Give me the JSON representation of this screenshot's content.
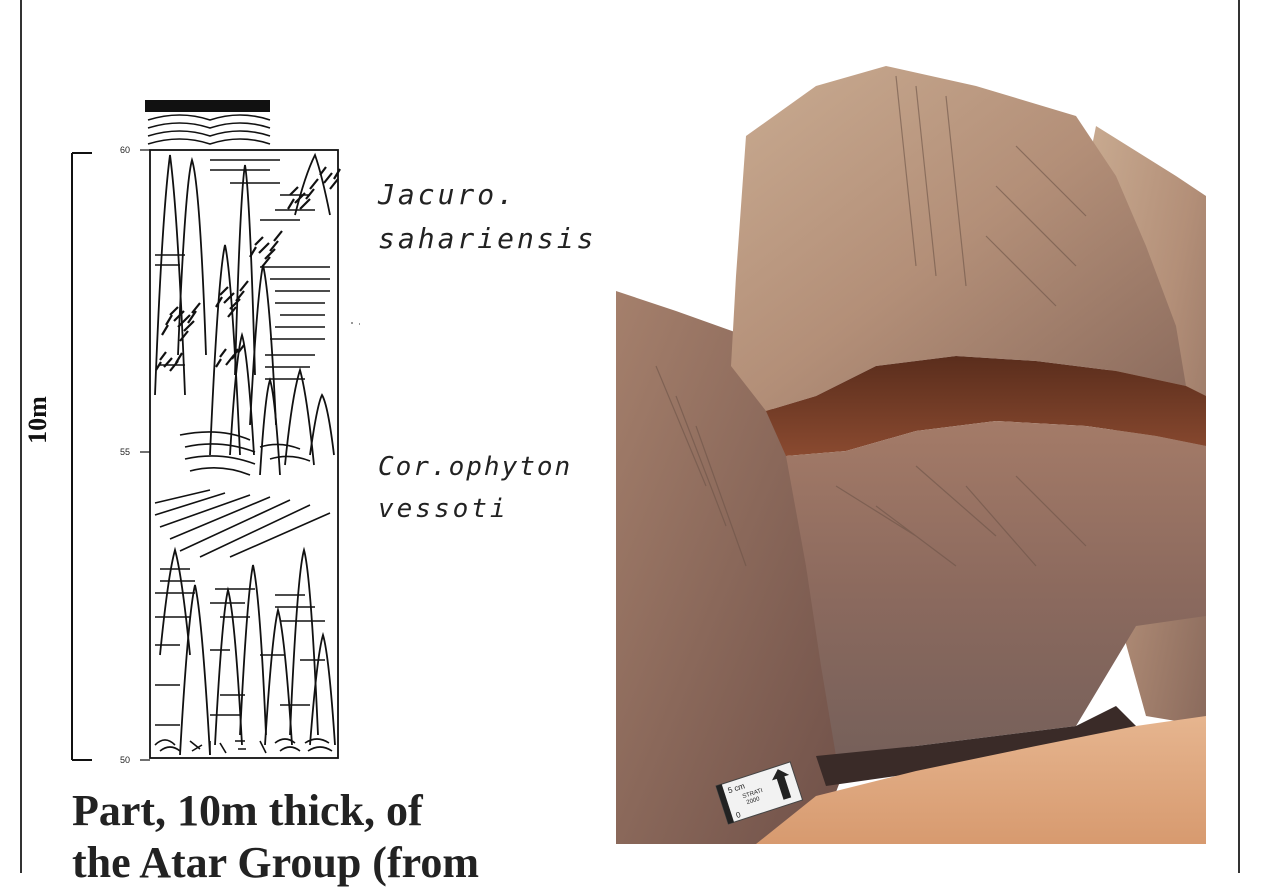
{
  "log": {
    "scale_label": "10m",
    "depth_ticks": [
      "60",
      "55",
      "50"
    ],
    "annotations": {
      "upper_1": "Jacuro.",
      "upper_2": "sahariensis",
      "lower_1": "Cor.ophyton",
      "lower_2": "vessoti"
    }
  },
  "caption": {
    "line1": "Part, 10m thick, of",
    "line2": "the Atar Group (from"
  },
  "photo": {
    "scale_card": {
      "units": "5 cm",
      "brand": "STRATI",
      "year": "2000",
      "zero": "0"
    }
  }
}
